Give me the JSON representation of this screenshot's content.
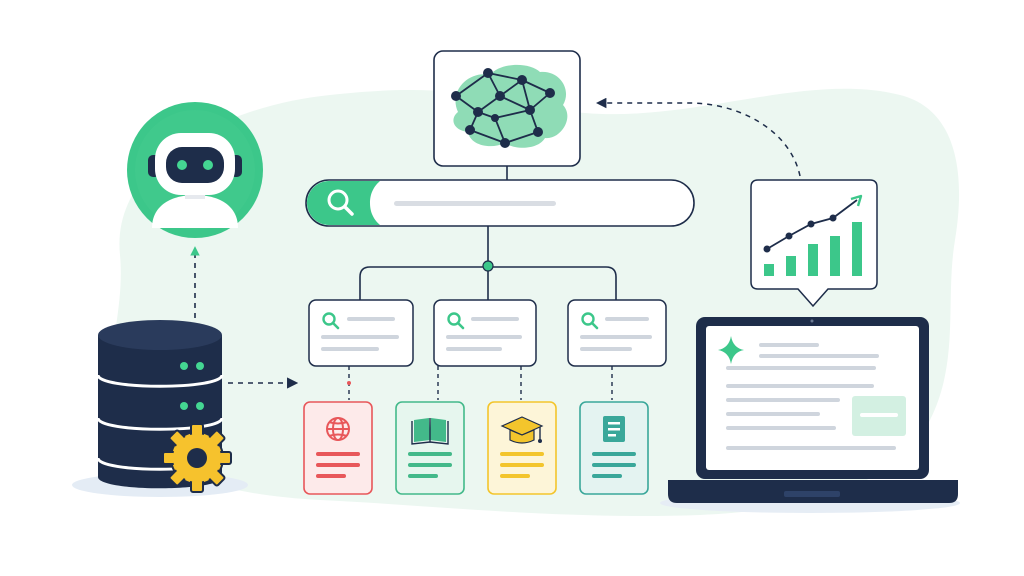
{
  "diagram": {
    "nodes": [
      {
        "id": "assistant",
        "icon": "robot-avatar-icon"
      },
      {
        "id": "knowledge",
        "icon": "neural-brain-icon"
      },
      {
        "id": "query",
        "icon": "search-icon"
      },
      {
        "id": "results",
        "icons": [
          "search-icon",
          "search-icon",
          "search-icon"
        ]
      },
      {
        "id": "sources",
        "icons": [
          "globe-icon",
          "book-icon",
          "graduation-cap-icon",
          "document-icon"
        ]
      },
      {
        "id": "database",
        "icon": "server-database-icon",
        "badge": "gear-icon"
      },
      {
        "id": "insights",
        "icon": "growth-chart-icon"
      },
      {
        "id": "output",
        "icon": "laptop-icon",
        "badge": "sparkle-icon"
      }
    ],
    "connections": [
      {
        "from": "database",
        "to": "assistant",
        "style": "dashed"
      },
      {
        "from": "database",
        "to": "results",
        "style": "dashed"
      },
      {
        "from": "knowledge",
        "to": "query",
        "style": "solid"
      },
      {
        "from": "query",
        "to": "results",
        "style": "solid"
      },
      {
        "from": "results",
        "to": "sources",
        "style": "dashed"
      },
      {
        "from": "insights",
        "to": "knowledge",
        "style": "dashed"
      }
    ]
  },
  "colors": {
    "navy": "#1e2d4a",
    "accent_green": "#3cc78a",
    "pale_green": "#e9f7f0",
    "red": "#e8575a",
    "green": "#43b98a",
    "yellow": "#f3c52c",
    "teal": "#3aa79a",
    "gear": "#f6c22d"
  }
}
